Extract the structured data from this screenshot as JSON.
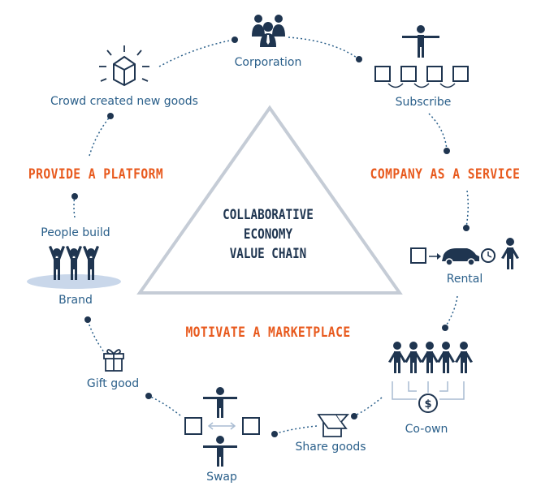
{
  "center": {
    "line1": "COLLABORATIVE",
    "line2": "ECONOMY",
    "line3": "VALUE CHAIN"
  },
  "sections": {
    "platform": "PROVIDE A PLATFORM",
    "service": "COMPANY AS A SERVICE",
    "marketplace": "MOTIVATE A MARKETPLACE"
  },
  "nodes": {
    "corporation": "Corporation",
    "subscribe": "Subscribe",
    "rental": "Rental",
    "co_own": "Co-own",
    "share_goods": "Share goods",
    "swap": "Swap",
    "gift_good": "Gift good",
    "brand": "Brand",
    "people_build": "People build",
    "crowd_goods": "Crowd created new goods"
  },
  "icons": {
    "corporation": "people-group-icon",
    "subscribe": "person-with-boxes-icon",
    "rental": "box-car-clock-person-icon",
    "co_own": "people-money-icon",
    "share_goods": "open-box-icon",
    "swap": "swap-boxes-icon",
    "gift_good": "gift-icon",
    "brand": "people-cheering-icon",
    "crowd_goods": "shining-box-icon"
  },
  "colors": {
    "accent": "#e85a1e",
    "navy": "#1f3550",
    "label": "#2a5f8a",
    "triangle": "#c5ccd6"
  }
}
